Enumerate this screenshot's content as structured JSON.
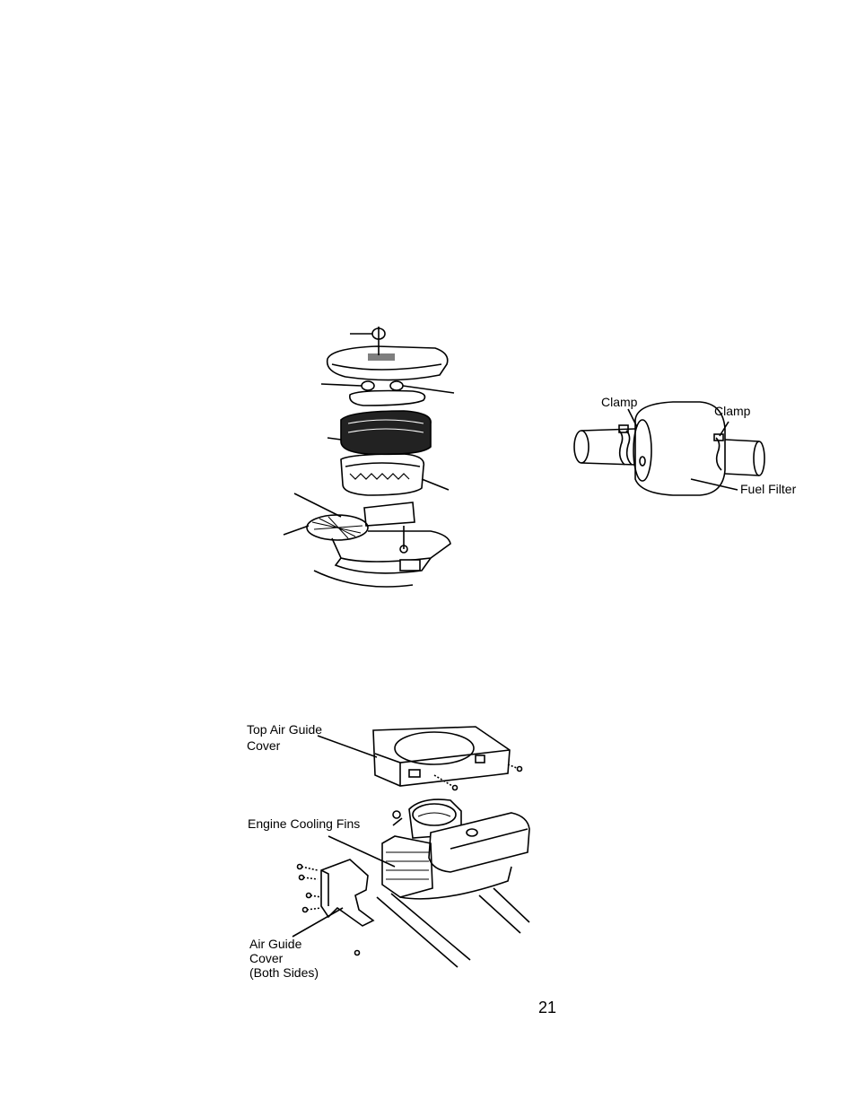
{
  "page": {
    "number": "21"
  },
  "fuel_filter_figure": {
    "clamp_left_label": "Clamp",
    "clamp_right_label": "Clamp",
    "filter_label": "Fuel Filter"
  },
  "air_guide_figure": {
    "top_cover_label_line1": "Top Air Guide",
    "top_cover_label_line2": "Cover",
    "cooling_fins_label": "Engine Cooling Fins",
    "side_cover_label_line1": "Air Guide",
    "side_cover_label_line2": "Cover",
    "side_cover_label_line3": "(Both Sides)"
  }
}
